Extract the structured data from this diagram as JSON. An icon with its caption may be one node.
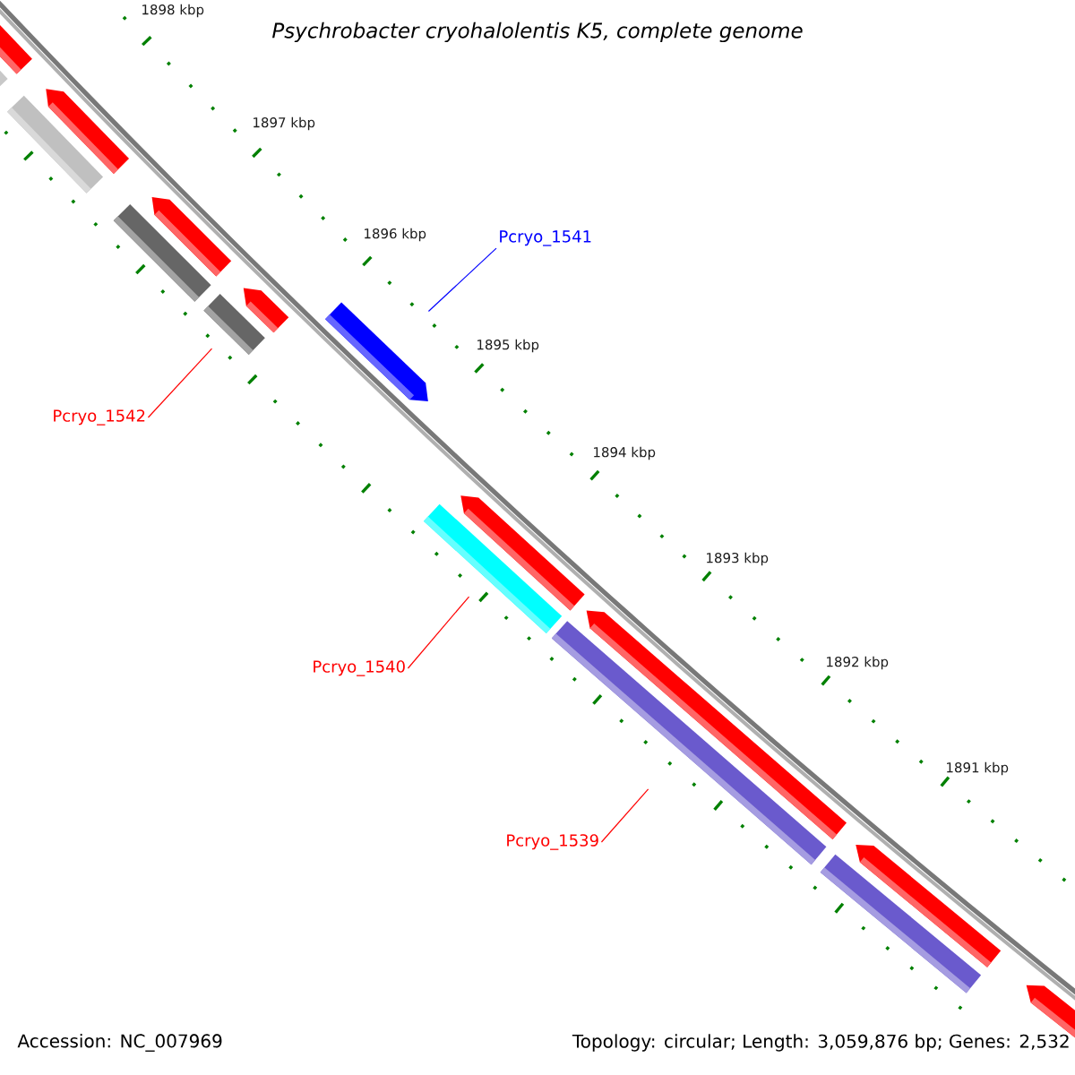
{
  "diagram": {
    "title": "Psychrobacter cryohalolentis K5, complete genome",
    "nodes": [
      {
        "text": [
          "Pcryo_1541"
        ]
      },
      {
        "text": [],
        "shape": "bar"
      },
      {
        "text": [
          "Pcryo_1542"
        ]
      },
      {
        "text": [],
        "shape": "bar"
      },
      {
        "text": [
          "Pcryo_1540"
        ]
      },
      {
        "text": [],
        "shape": "bar"
      },
      {
        "text": [
          "Pcryo_1539"
        ]
      },
      {
        "text": [],
        "shape": "bar"
      }
    ],
    "edges": [
      {
        "from": 0,
        "to": 1,
        "arrow": "none",
        "color": "#0000ff"
      },
      {
        "from": 2,
        "to": 3,
        "arrow": "none"
      },
      {
        "from": 4,
        "to": 5,
        "arrow": "none"
      },
      {
        "from": 6,
        "to": 7,
        "arrow": "none"
      }
    ],
    "labels": [
      "1898 kbp",
      "1897 kbp",
      "1896 kbp",
      "1895 kbp",
      "1894 kbp",
      "1893 kbp",
      "1892 kbp",
      "1891 kbp",
      "Accession: NC_007969",
      "Topology: circular; Length: 3,059,876 bp; Genes: 2,532"
    ]
  }
}
